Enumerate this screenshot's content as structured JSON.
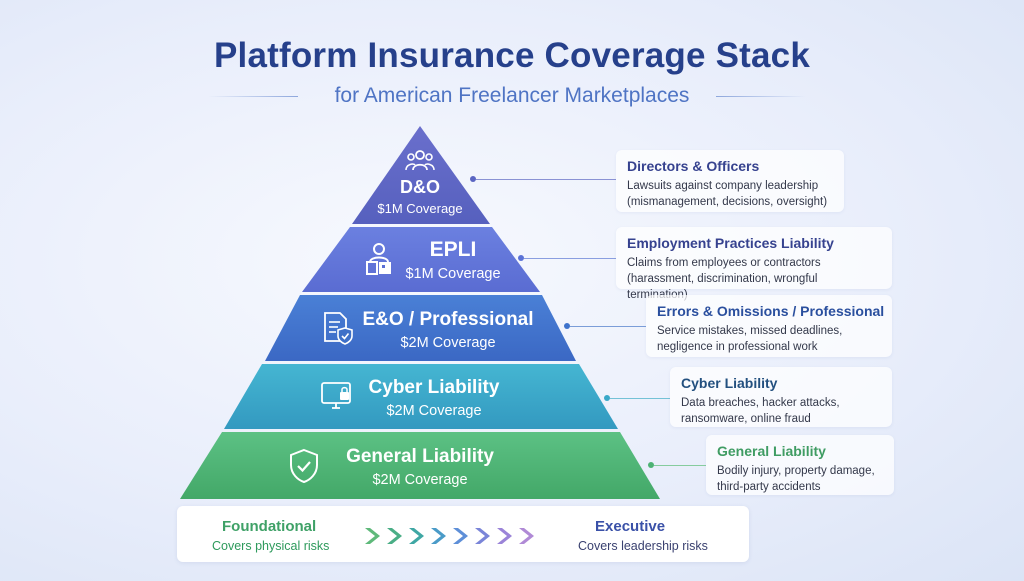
{
  "header": {
    "title": "Platform Insurance Coverage Stack",
    "subtitle": "for American Freelancer Marketplaces"
  },
  "tiers": [
    {
      "name": "D&O",
      "amount": "$1M Coverage",
      "icon": "people-icon",
      "color": "#5a65c2"
    },
    {
      "name": "EPLI",
      "amount": "$1M Coverage",
      "icon": "employee-icon",
      "color": "#5b72d6"
    },
    {
      "name": "E&O / Professional",
      "amount": "$2M Coverage",
      "icon": "document-shield-icon",
      "color": "#3e72cc"
    },
    {
      "name": "Cyber Liability",
      "amount": "$2M Coverage",
      "icon": "monitor-lock-icon",
      "color": "#38a8c8"
    },
    {
      "name": "General Liability",
      "amount": "$2M Coverage",
      "icon": "shield-check-icon",
      "color": "#4db274"
    }
  ],
  "callouts": [
    {
      "title": "Directors & Officers",
      "desc": "Lawsuits against company leadership (mismanagement, decisions, oversight)",
      "color": "#36428f"
    },
    {
      "title": "Employment Practices Liability",
      "desc": "Claims from employees or contractors (harassment, discrimination, wrongful termination)",
      "color": "#36428f"
    },
    {
      "title": "Errors & Omissions / Professional",
      "desc": "Service mistakes, missed deadlines, negligence in professional work",
      "color": "#2a4f9e"
    },
    {
      "title": "Cyber Liability",
      "desc": "Data breaches, hacker attacks, ransomware, online fraud",
      "color": "#23507f"
    },
    {
      "title": "General Liability",
      "desc": "Bodily injury, property damage, third-party accidents",
      "color": "#3f9c63"
    }
  ],
  "footer": {
    "left_title": "Foundational",
    "left_desc": "Covers physical risks",
    "right_title": "Executive",
    "right_desc": "Covers leadership risks",
    "arrow_colors": [
      "#5fb97a",
      "#4aae86",
      "#3fa7a4",
      "#4a9bc8",
      "#5e8fd8",
      "#7a85d8",
      "#9b84d8",
      "#b08ad6"
    ]
  }
}
